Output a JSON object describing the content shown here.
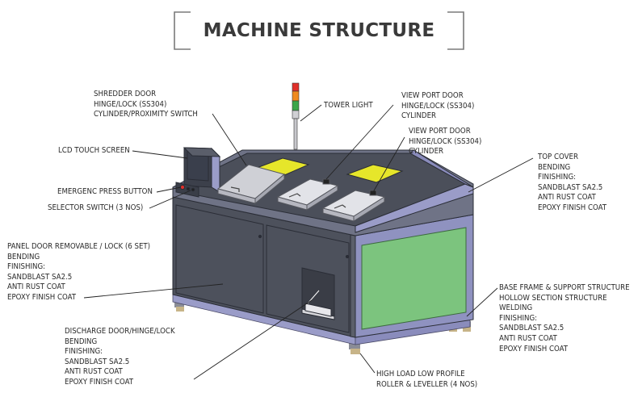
{
  "title": "MACHINE STRUCTURE",
  "labels": {
    "shredder_door": [
      "SHREDDER DOOR",
      "HINGE/LOCK (SS304)",
      "CYLINDER/PROXIMITY SWITCH"
    ],
    "tower_light": [
      "TOWER LIGHT"
    ],
    "view_port_door_1": [
      "VIEW PORT DOOR",
      "HINGE/LOCK (SS304)",
      "CYLINDER"
    ],
    "view_port_door_2": [
      "VIEW PORT DOOR",
      "HINGE/LOCK (SS304)",
      "CYLINDER"
    ],
    "lcd_touch_screen": [
      "LCD TOUCH SCREEN"
    ],
    "emergency_button": [
      "EMERGENC PRESS BUTTON"
    ],
    "selector_switch": [
      "SELECTOR SWITCH (3 NOS)"
    ],
    "top_cover": [
      "TOP COVER",
      "BENDING",
      "FINISHING:",
      "SANDBLAST SA2.5",
      "ANTI RUST COAT",
      "EPOXY FINISH COAT"
    ],
    "panel_door": [
      "PANEL DOOR REMOVABLE / LOCK (6 SET)",
      "BENDING",
      "FINISHING:",
      "SANDBLAST SA2.5",
      "ANTI RUST COAT",
      "EPOXY FINISH COAT"
    ],
    "base_frame": [
      "BASE FRAME & SUPPORT STRUCTURE",
      "HOLLOW SECTION STRUCTURE",
      "WELDING",
      "FINISHING:",
      "SANDBLAST SA2.5",
      "ANTI RUST COAT",
      "EPOXY FINISH COAT"
    ],
    "discharge_door": [
      "DISCHARGE DOOR/HINGE/LOCK",
      "BENDING",
      "FINISHING:",
      "SANDBLAST SA2.5",
      "ANTI RUST COAT",
      "EPOXY FINISH COAT"
    ],
    "roller_leveller": [
      "HIGH LOAD LOW PROFILE",
      "ROLLER & LEVELLER (4 NOS)"
    ]
  },
  "colors": {
    "body_dark": "#4a4e59",
    "frame_purple": "#9a9cc8",
    "green_panel": "#7cc47e",
    "yellow_pad": "#e6e62a",
    "light_red": "#e0302a",
    "light_orange": "#f08a1e",
    "light_green": "#3aa64a"
  }
}
